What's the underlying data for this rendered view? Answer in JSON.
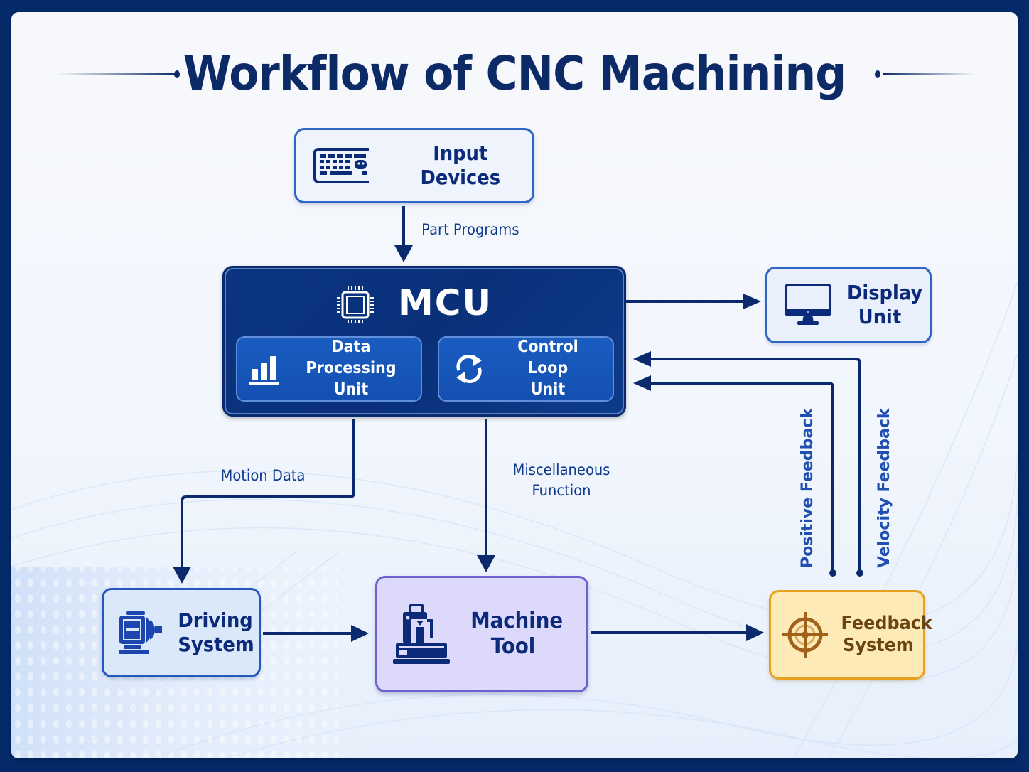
{
  "diagram": {
    "title": "Workflow of CNC Machining",
    "colors": {
      "frame": "#042a6a",
      "title": "#0b2a66",
      "arrow": "#0b2a6e",
      "mcu_fill": "#0b3582",
      "sub_unit_fill": "#1a5cc0",
      "input_border": "#2f66c6",
      "machine_fill": "#dcd9fa",
      "machine_border": "#6d63cf",
      "feedback_fill": "#fdeab6",
      "feedback_border": "#e6a21f",
      "feedback_text": "#6b4410"
    },
    "nodes": {
      "input_devices": {
        "label": "Input Devices",
        "icon": "keyboard-icon"
      },
      "mcu": {
        "label": "MCU",
        "icon": "microchip-icon",
        "sub_units": [
          {
            "label_line1": "Data Processing",
            "label_line2": "Unit",
            "icon": "bar-chart-icon"
          },
          {
            "label_line1": "Control Loop",
            "label_line2": "Unit",
            "icon": "refresh-cycle-icon"
          }
        ]
      },
      "display_unit": {
        "label_line1": "Display",
        "label_line2": "Unit",
        "icon": "monitor-icon"
      },
      "driving_system": {
        "label_line1": "Driving",
        "label_line2": "System",
        "icon": "motor-icon"
      },
      "machine_tool": {
        "label_line1": "Machine",
        "label_line2": "Tool",
        "icon": "milling-machine-icon"
      },
      "feedback_system": {
        "label_line1": "Feedback",
        "label_line2": "System",
        "icon": "crosshair-target-icon"
      }
    },
    "edges": [
      {
        "from": "Input Devices",
        "to": "MCU",
        "label": "Part Programs"
      },
      {
        "from": "MCU",
        "to": "Display Unit",
        "label": ""
      },
      {
        "from": "MCU",
        "to": "Driving System",
        "label": "Motion Data"
      },
      {
        "from": "MCU",
        "to": "Machine Tool",
        "label_line1": "Miscellaneous",
        "label_line2": "Function"
      },
      {
        "from": "Driving System",
        "to": "Machine Tool",
        "label": ""
      },
      {
        "from": "Machine Tool",
        "to": "Feedback System",
        "label": ""
      },
      {
        "from": "Feedback System",
        "to": "MCU",
        "label": "Positive Feedback"
      },
      {
        "from": "Feedback System",
        "to": "MCU",
        "label": "Velocity Feedback"
      }
    ]
  }
}
